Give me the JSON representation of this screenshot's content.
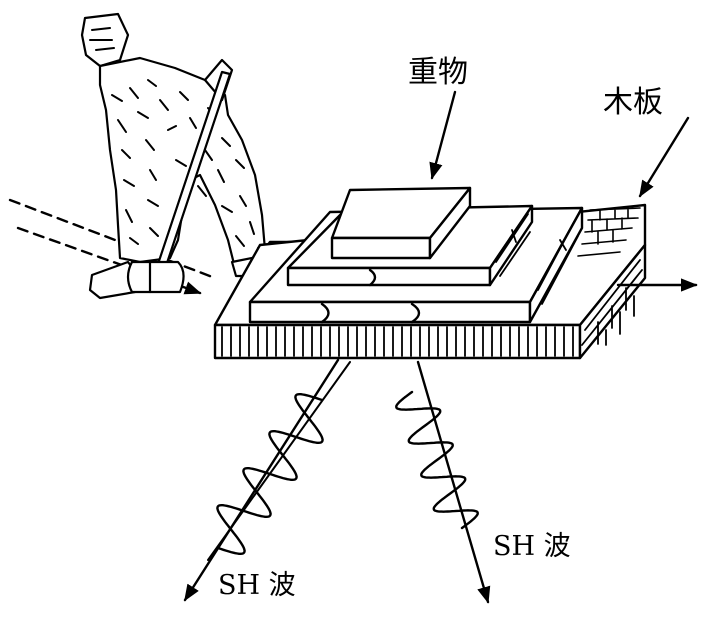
{
  "labels": {
    "weight": "重物",
    "plank": "木板",
    "sh_wave_left": "SH 波",
    "sh_wave_right": "SH 波"
  },
  "colors": {
    "ink": "#000000",
    "paper": "#ffffff"
  }
}
